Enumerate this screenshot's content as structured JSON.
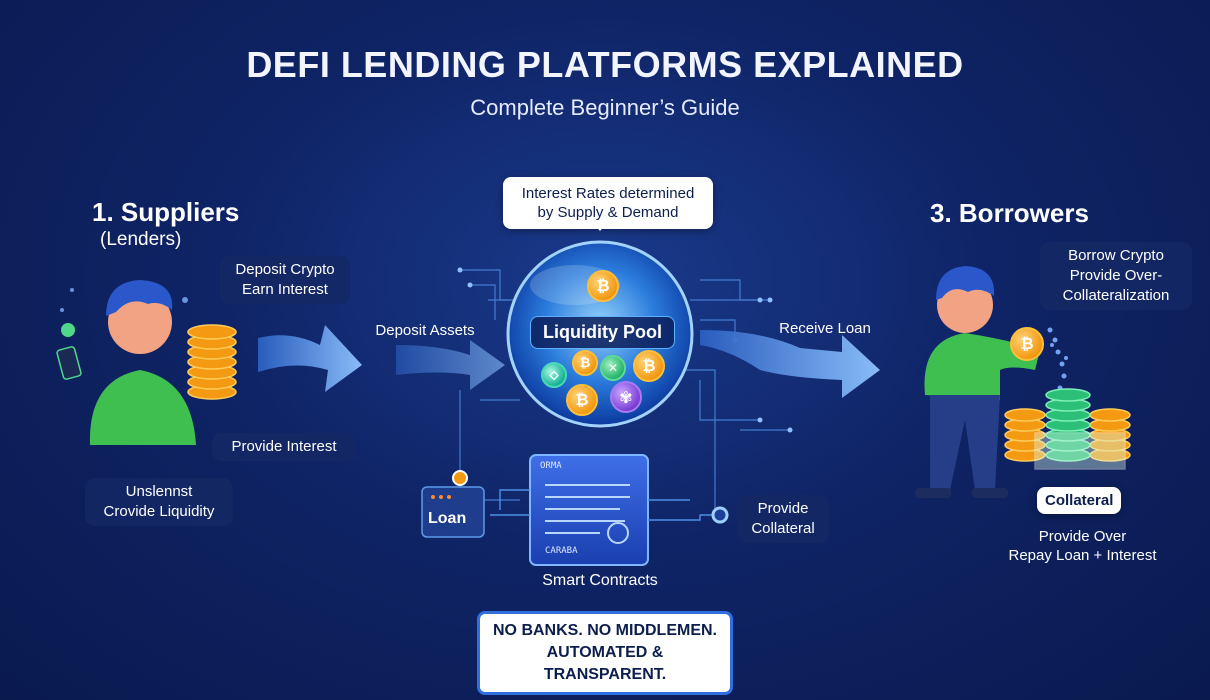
{
  "header": {
    "title": "DEFI LENDING PLATFORMS EXPLAINED",
    "subtitle": "Complete Beginner’s Guide"
  },
  "suppliers": {
    "heading": "1. Suppliers",
    "subheading": "(Lenders)",
    "bubble_lines": [
      "Deposit Crypto",
      "Earn Interest"
    ],
    "provide_interest": "Provide Interest",
    "bottom_lines": [
      "Unslennst",
      "Crovide Liquidity"
    ]
  },
  "flow": {
    "deposit_assets": "Deposit Assets",
    "receive_loan": "Receive Loan"
  },
  "pool": {
    "rates_bubble_lines": [
      "Interest Rates determined",
      "by Supply & Demand"
    ],
    "label": "Liquidity Pool",
    "coin_symbols": [
      "₿",
      "₿",
      "⬦",
      "✕",
      "₿",
      "₿",
      "✾"
    ]
  },
  "contracts": {
    "loan_label": "Loan",
    "provide_collateral_lines": [
      "Provide",
      "Collateral"
    ],
    "doc_header": "ORMA",
    "doc_footer": "CARABA",
    "label": "Smart Contracts"
  },
  "borrowers": {
    "heading": "3. Borrowers",
    "bubble_lines": [
      "Borrow Crypto",
      "Provide Over-",
      "Collateralization"
    ],
    "collateral_label": "Collateral",
    "bottom_lines": [
      "Provide Over",
      "Repay Loan + Interest"
    ]
  },
  "footer": {
    "lines": [
      "NO BANKS. NO MIDDLEMEN.",
      "AUTOMATED & TRANSPARENT."
    ]
  },
  "colors": {
    "background": "#0f2466",
    "accent": "#3f8cff",
    "coin": "#f39a12",
    "person_shirt": "#3fbf4f"
  }
}
